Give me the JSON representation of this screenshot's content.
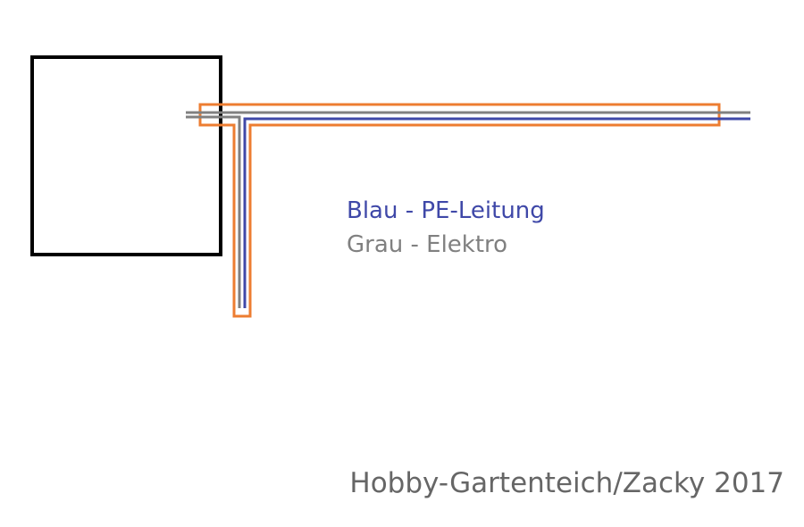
{
  "colors": {
    "box": "#000000",
    "conduit": "#ed7d31",
    "pe_line": "#3f48a8",
    "electric_line": "#808080",
    "credit_text": "#666666"
  },
  "legend": {
    "blue_label": "Blau - PE-Leitung",
    "grey_label": "Grau - Elektro"
  },
  "credit": "Hobby-Gartenteich/Zacky 2017"
}
